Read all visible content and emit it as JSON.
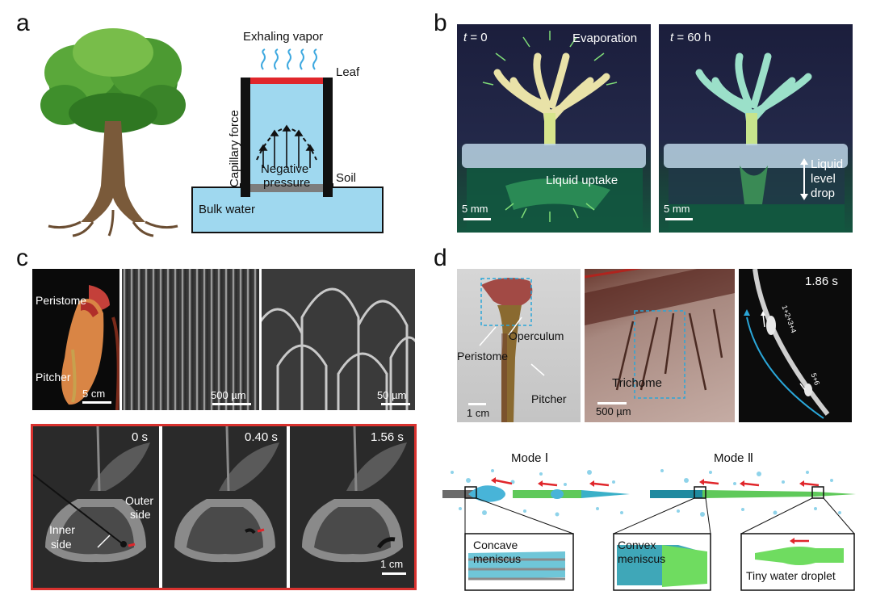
{
  "panels": {
    "a": {
      "letter": "a",
      "exhaling_vapor": "Exhaling vapor",
      "leaf": "Leaf",
      "capillary_force": "Capillary force",
      "negative": "Negative",
      "pressure": "pressure",
      "soil": "Soil",
      "bulk_water": "Bulk water"
    },
    "b": {
      "letter": "b",
      "t0_prefix": "t",
      "t0_suffix": " = 0",
      "t60_prefix": "t",
      "t60_suffix": " = 60 h",
      "evaporation": "Evaporation",
      "liquid_uptake": "Liquid uptake",
      "liquid": "Liquid",
      "level": "level",
      "drop": "drop",
      "scale_left": "5 mm",
      "scale_right": "5 mm"
    },
    "c": {
      "letter": "c",
      "peristome": "Peristome",
      "pitcher": "Pitcher",
      "scale_5cm": "5 cm",
      "scale_500um": "500 µm",
      "scale_50um": "50 µm",
      "t0": "0 s",
      "t1": "0.40 s",
      "t2": "1.56 s",
      "outer": "Outer",
      "outer_side": "side",
      "inner": "Inner",
      "inner_side": "side",
      "scale_1cm": "1 cm"
    },
    "d": {
      "letter": "d",
      "operculum": "Operculum",
      "peristome": "Peristome",
      "pitcher": "Pitcher",
      "scale_1cm": "1 cm",
      "trichome": "Trichome",
      "scale_500um": "500 µm",
      "time": "1.86 s",
      "drop_label_1": "1+2+3+4",
      "drop_label_2": "5+6",
      "mode1": "Mode Ⅰ",
      "mode2": "Mode Ⅱ",
      "concave": "Concave",
      "concave_meniscus": "meniscus",
      "convex": "Convex",
      "convex_meniscus": "meniscus",
      "tiny_droplet": "Tiny water droplet"
    }
  },
  "colors": {
    "water_blue": "#9fd8ef",
    "leaf_red": "#e0262b",
    "arrow_red": "#e0262b",
    "photo_dark": "#1a1f3a",
    "green_liquid": "#1e6b4a",
    "frame_red": "#d9322f",
    "cyan_arrow": "#2aa6d8"
  }
}
